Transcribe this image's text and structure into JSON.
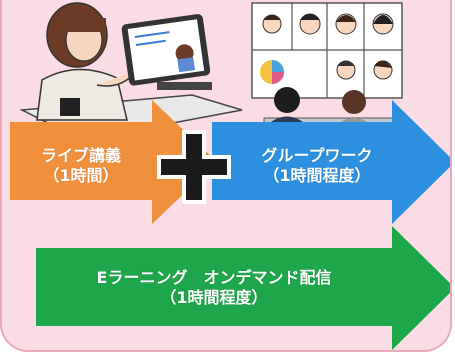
{
  "colors": {
    "panel_bg": "#fbdce4",
    "panel_border": "#e9a9b8",
    "live_arrow": "#f0903c",
    "group_arrow": "#2d8fe0",
    "elearning_arrow": "#1ea64a",
    "plus": "#1b1b1b"
  },
  "live": {
    "line1": "ライブ講義",
    "line2": "（1時間）"
  },
  "group": {
    "line1": "グループワーク",
    "line2": "（1時間程度）"
  },
  "elearning": {
    "line1": "Eラーニング　オンデマンド配信",
    "line2": "（1時間程度）"
  },
  "plus_glyph": "＋",
  "illustrations": {
    "left": "woman-with-tablet-lecture-illustration",
    "right": "video-conference-group-work-illustration"
  }
}
